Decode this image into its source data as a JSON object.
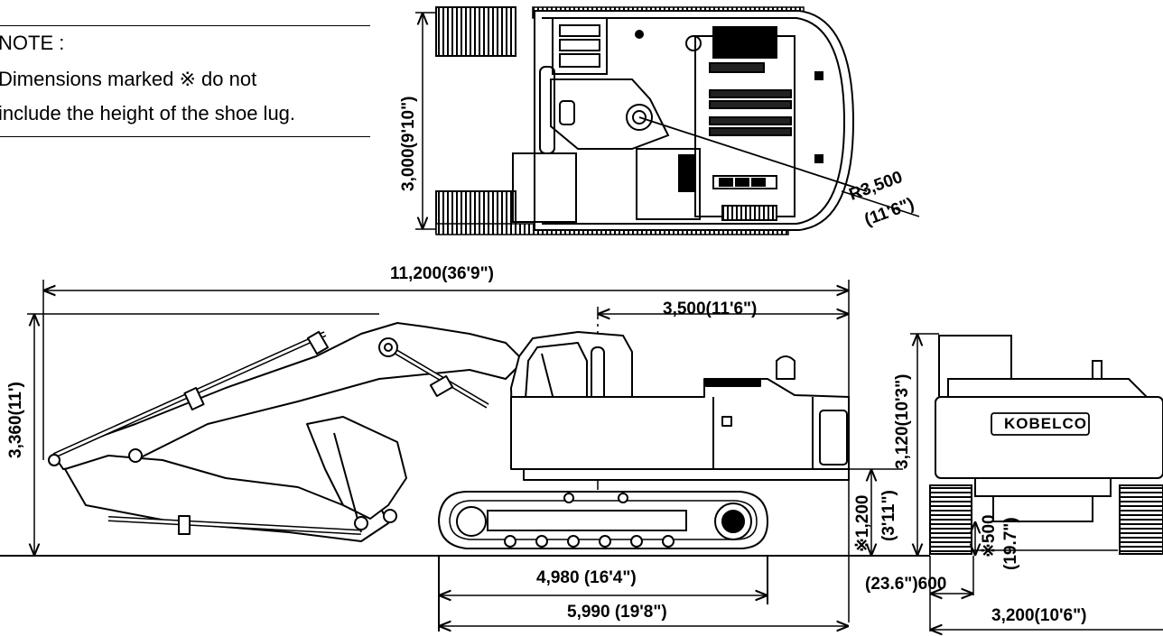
{
  "note": {
    "title": "NOTE :",
    "line1": "Dimensions marked ※ do not",
    "line2": "include the height of the shoe lug."
  },
  "top_view": {
    "width_dim": "3,000(9'10\")",
    "radius_dim": "R3,500",
    "radius_dim_imperial": "(11'6\")"
  },
  "side_view": {
    "overall_length": "11,200(36'9\")",
    "tail_swing": "3,500(11'6\")",
    "overall_height": "3,360(11')",
    "counterweight_clearance": "※1,200",
    "counterweight_clearance_imperial": "(3'11\")",
    "tumbler_distance": "4,980 (16'4\")",
    "track_length": "5,990 (19'8\")"
  },
  "rear_view": {
    "cab_height": "3,120(10'3\")",
    "brand": "KOBELCO",
    "ground_clearance": "※500",
    "ground_clearance_imperial": "(19.7\")",
    "shoe_width": "(23.6\")600",
    "overall_width": "3,200(10'6\")"
  }
}
